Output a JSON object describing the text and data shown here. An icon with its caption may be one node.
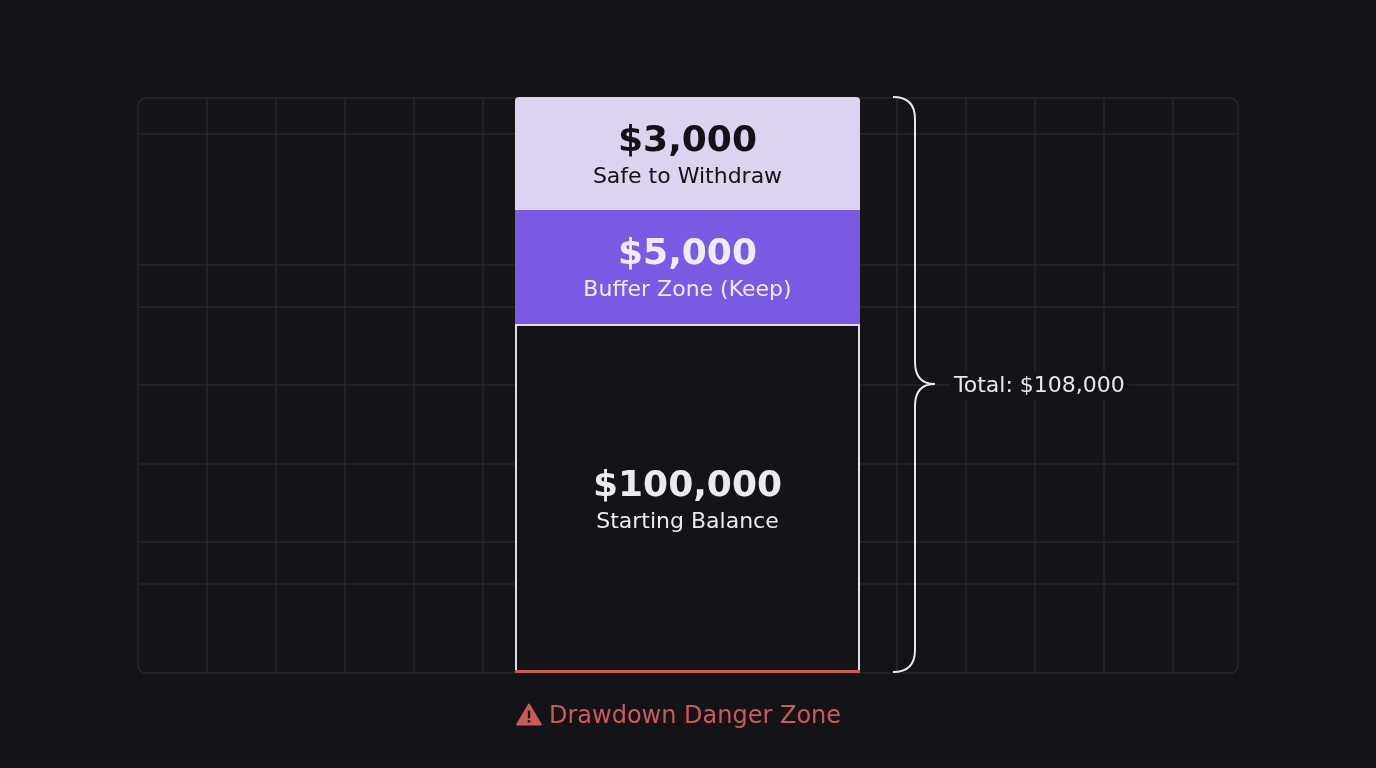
{
  "diagram": {
    "nodes": [
      {
        "text": [
          "$3,000",
          "Safe to Withdraw"
        ]
      },
      {
        "text": [
          "$5,000",
          "Buffer Zone (Keep)"
        ]
      },
      {
        "text": [
          "$100,000",
          "Starting Balance"
        ]
      }
    ],
    "labels": [
      "Total: $108,000",
      "Drawdown Danger Zone"
    ]
  }
}
